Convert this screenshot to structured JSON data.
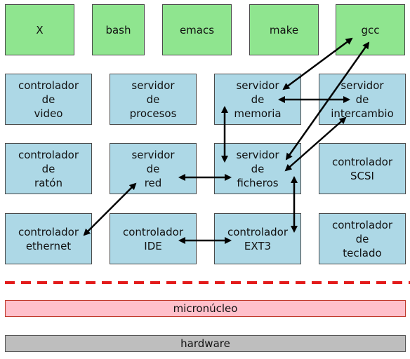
{
  "apps": [
    {
      "id": "x",
      "label": "X"
    },
    {
      "id": "bash",
      "label": "bash"
    },
    {
      "id": "emacs",
      "label": "emacs"
    },
    {
      "id": "make",
      "label": "make"
    },
    {
      "id": "gcc",
      "label": "gcc"
    }
  ],
  "servers": {
    "row1": [
      {
        "id": "video",
        "label": "controlador\nde\nvideo"
      },
      {
        "id": "procesos",
        "label": "servidor\nde\nprocesos"
      },
      {
        "id": "memoria",
        "label": "servidor\nde\nmemoria"
      },
      {
        "id": "intercambio",
        "label": "servidor\nde\nintercambio"
      }
    ],
    "row2": [
      {
        "id": "raton",
        "label": "controlador\nde\nratón"
      },
      {
        "id": "red",
        "label": "servidor\nde\nred"
      },
      {
        "id": "ficheros",
        "label": "servidor\nde\nficheros"
      },
      {
        "id": "scsi",
        "label": "controlador\nSCSI"
      }
    ],
    "row3": [
      {
        "id": "ethernet",
        "label": "controlador\nethernet"
      },
      {
        "id": "ide",
        "label": "controlador\nIDE"
      },
      {
        "id": "ext3",
        "label": "controlador\nEXT3"
      },
      {
        "id": "teclado",
        "label": "controlador\nde\nteclado"
      }
    ]
  },
  "kernel": {
    "label": "micronúcleo"
  },
  "hardware": {
    "label": "hardware"
  },
  "colors": {
    "app": "#8fe58f",
    "server": "#add8e6",
    "kernel": "#ffc0cb",
    "hardware": "#bebebe",
    "divider": "#e31b1b",
    "arrow": "#000000"
  }
}
